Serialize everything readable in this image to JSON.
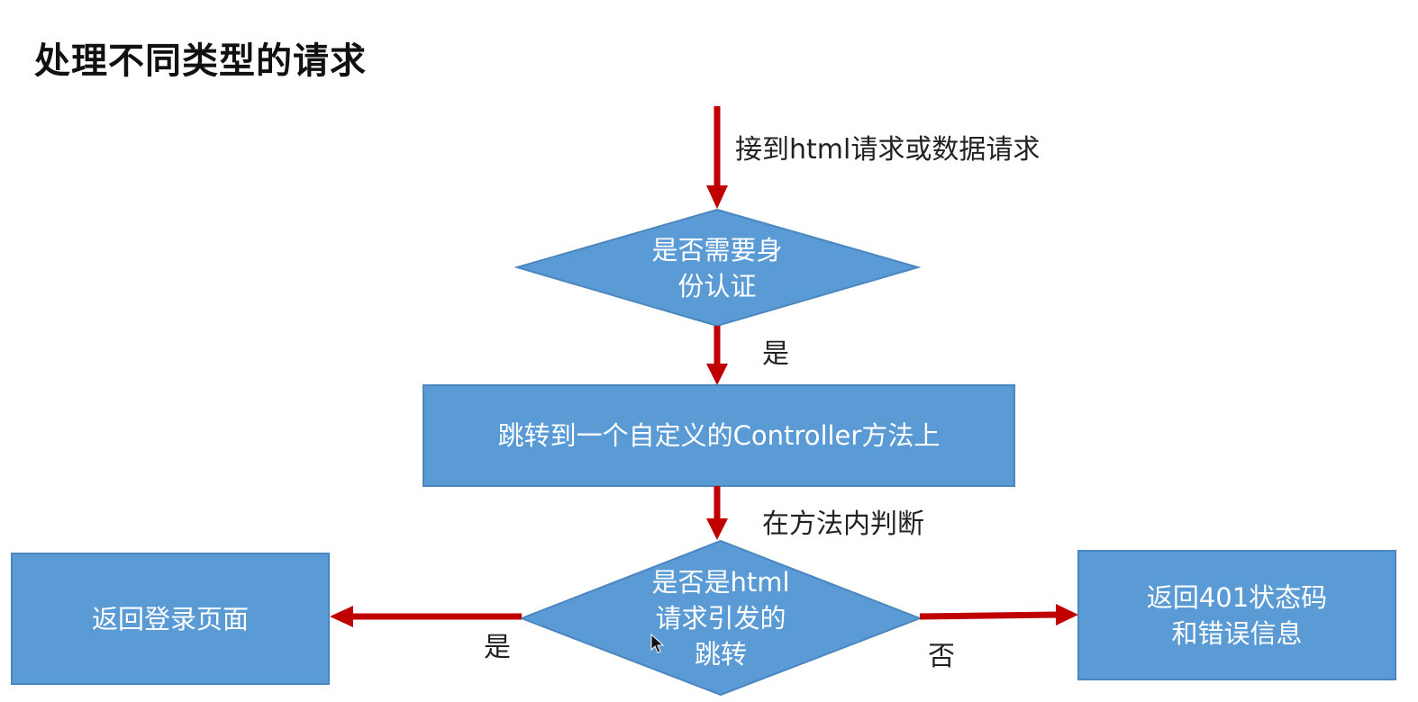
{
  "title": "处理不同类型的请求",
  "colors": {
    "node_fill": "#5b9bd5",
    "node_stroke": "#4a86c0",
    "arrow": "#c00000",
    "text": "#222222"
  },
  "flow": {
    "entry_label": "接到html请求或数据请求",
    "auth_decision": {
      "line1": "是否需要身",
      "line2": "份认证"
    },
    "auth_yes_label": "是",
    "controller_box": "跳转到一个自定义的Controller方法上",
    "judge_label": "在方法内判断",
    "html_decision": {
      "line1": "是否是html",
      "line2": "请求引发的",
      "line3": "跳转"
    },
    "login_box": "返回登录页面",
    "yes_label": "是",
    "error_box": {
      "line1": "返回401状态码",
      "line2": "和错误信息"
    },
    "no_label": "否"
  }
}
